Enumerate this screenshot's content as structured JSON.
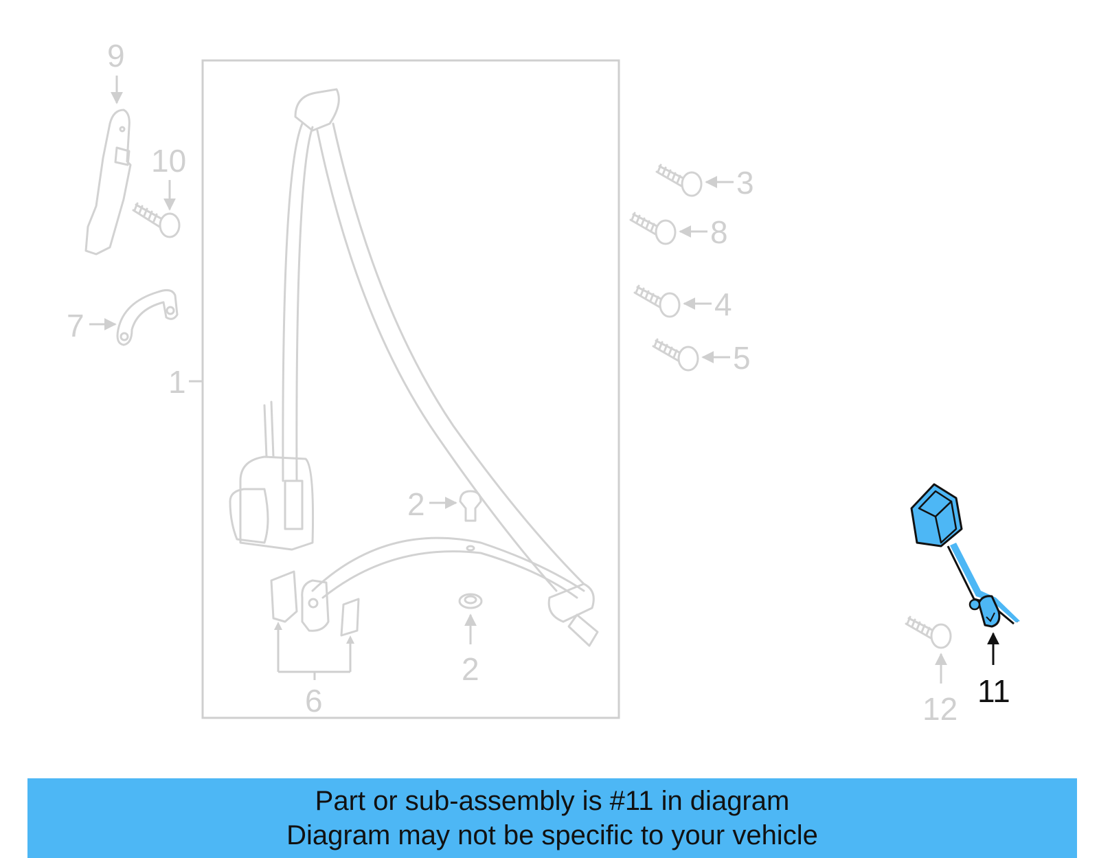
{
  "diagram": {
    "highlight_color": "#4db7f5",
    "ghost_color": "#d2d2d2",
    "highlighted_part": "11",
    "callouts": {
      "c1": "1",
      "c2a": "2",
      "c2b": "2",
      "c3": "3",
      "c4": "4",
      "c5": "5",
      "c6": "6",
      "c7": "7",
      "c8": "8",
      "c9": "9",
      "c10": "10",
      "c11": "11",
      "c12": "12"
    }
  },
  "banner": {
    "background": "#4db7f5",
    "line1": "Part or sub-assembly is #11 in diagram",
    "line2": "Diagram may not be specific to your vehicle"
  }
}
